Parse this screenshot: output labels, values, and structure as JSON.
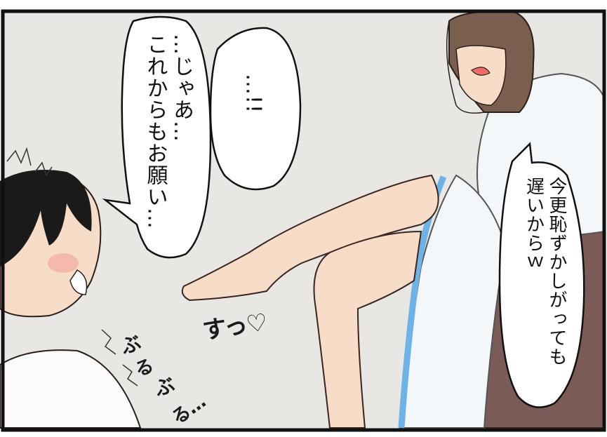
{
  "panel": {
    "speech_left_tail": "…じゃあ…\nこれからもお願い…",
    "speech_top_center": "…!!",
    "speech_right": "今更恥ずかしがっても\n遅いからｗ"
  },
  "sfx": {
    "touch": "すっ♡",
    "tremble": [
      "ぶ",
      "る",
      "ぶ",
      "る…"
    ]
  },
  "colors": {
    "background": "#e8e7e3",
    "border": "#111111",
    "bubble_fill": "#ffffff",
    "hair": "#1a1a1a",
    "woman_hair": "#7a5f50",
    "skin": "#f7dcc8",
    "blush": "#f2a8a0",
    "robe": "#f4f7fa",
    "robe_trim": "#6eb3e8",
    "chair": "#7a5b57"
  },
  "icons": {
    "heart": "heart-icon"
  }
}
